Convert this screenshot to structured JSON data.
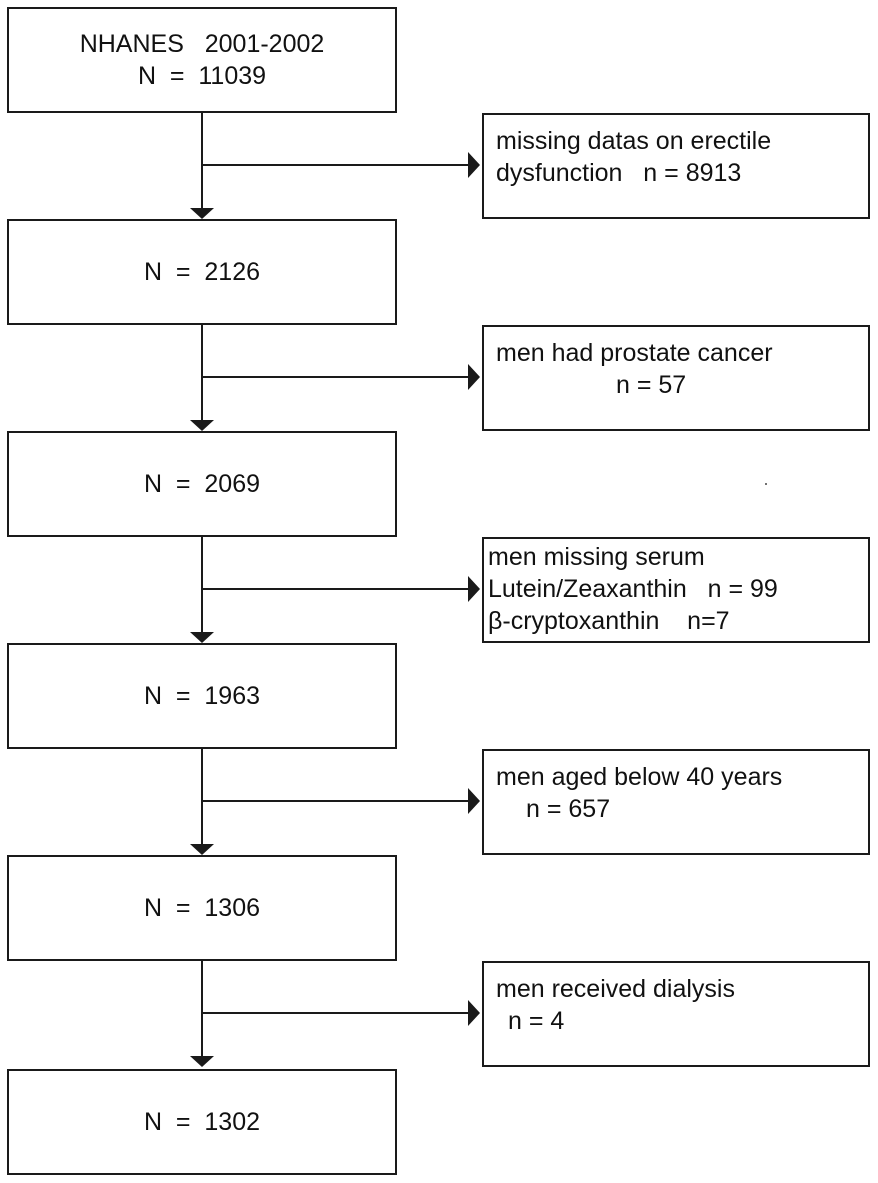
{
  "flow": {
    "main": [
      {
        "lines": [
          "NHANES   2001-2002",
          "N  =  11039"
        ]
      },
      {
        "lines": [
          "N  =  2126"
        ]
      },
      {
        "lines": [
          "N  =  2069"
        ]
      },
      {
        "lines": [
          "N  =  1963"
        ]
      },
      {
        "lines": [
          "N  =  1306"
        ]
      },
      {
        "lines": [
          "N  =  1302"
        ]
      }
    ],
    "exclusions": [
      {
        "lines": [
          "missing datas on erectile",
          "dysfunction   n = 8913"
        ]
      },
      {
        "lines": [
          "men had prostate cancer",
          "n = 57"
        ]
      },
      {
        "lines": [
          "men missing serum",
          "Lutein/Zeaxanthin   n = 99",
          "β-cryptoxanthin    n=7"
        ]
      },
      {
        "lines": [
          "men aged below 40 years",
          "n = 657"
        ]
      },
      {
        "lines": [
          "men received dialysis",
          "n = 4"
        ]
      }
    ]
  },
  "colors": {
    "stroke": "#1a1a1a",
    "background": "#ffffff"
  }
}
